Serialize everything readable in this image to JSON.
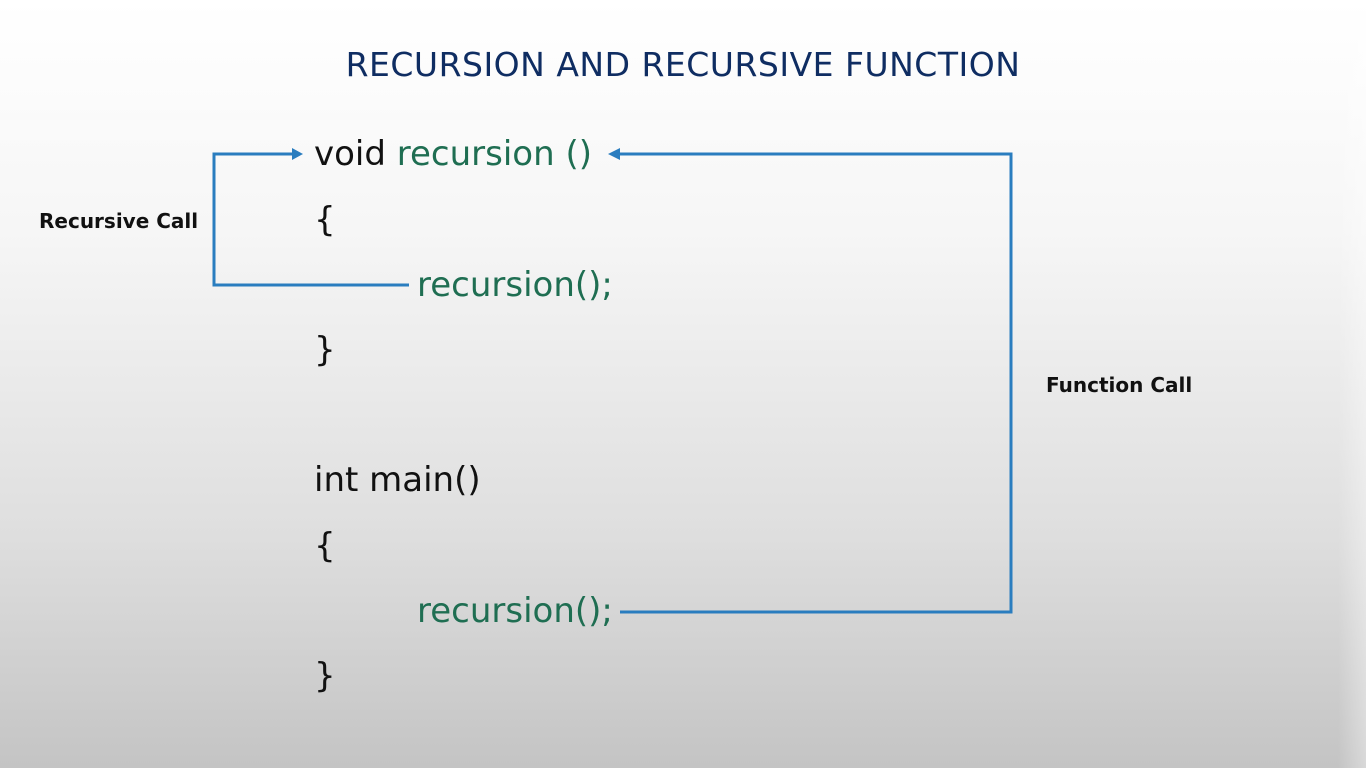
{
  "title": "RECURSION AND RECURSIVE FUNCTION",
  "code": {
    "line1_keyword": "void",
    "line1_name": "recursion ()",
    "open_brace_1": "{",
    "inner_call_1": "recursion();",
    "close_brace_1": "}",
    "main_signature": "int main()",
    "open_brace_2": "{",
    "inner_call_2": "recursion();",
    "close_brace_2": "}"
  },
  "labels": {
    "recursive_call": "Recursive Call",
    "function_call": "Function Call"
  },
  "colors": {
    "title": "#0f2d62",
    "function_name": "#1f6e52",
    "arrow": "#2a7dbf"
  }
}
